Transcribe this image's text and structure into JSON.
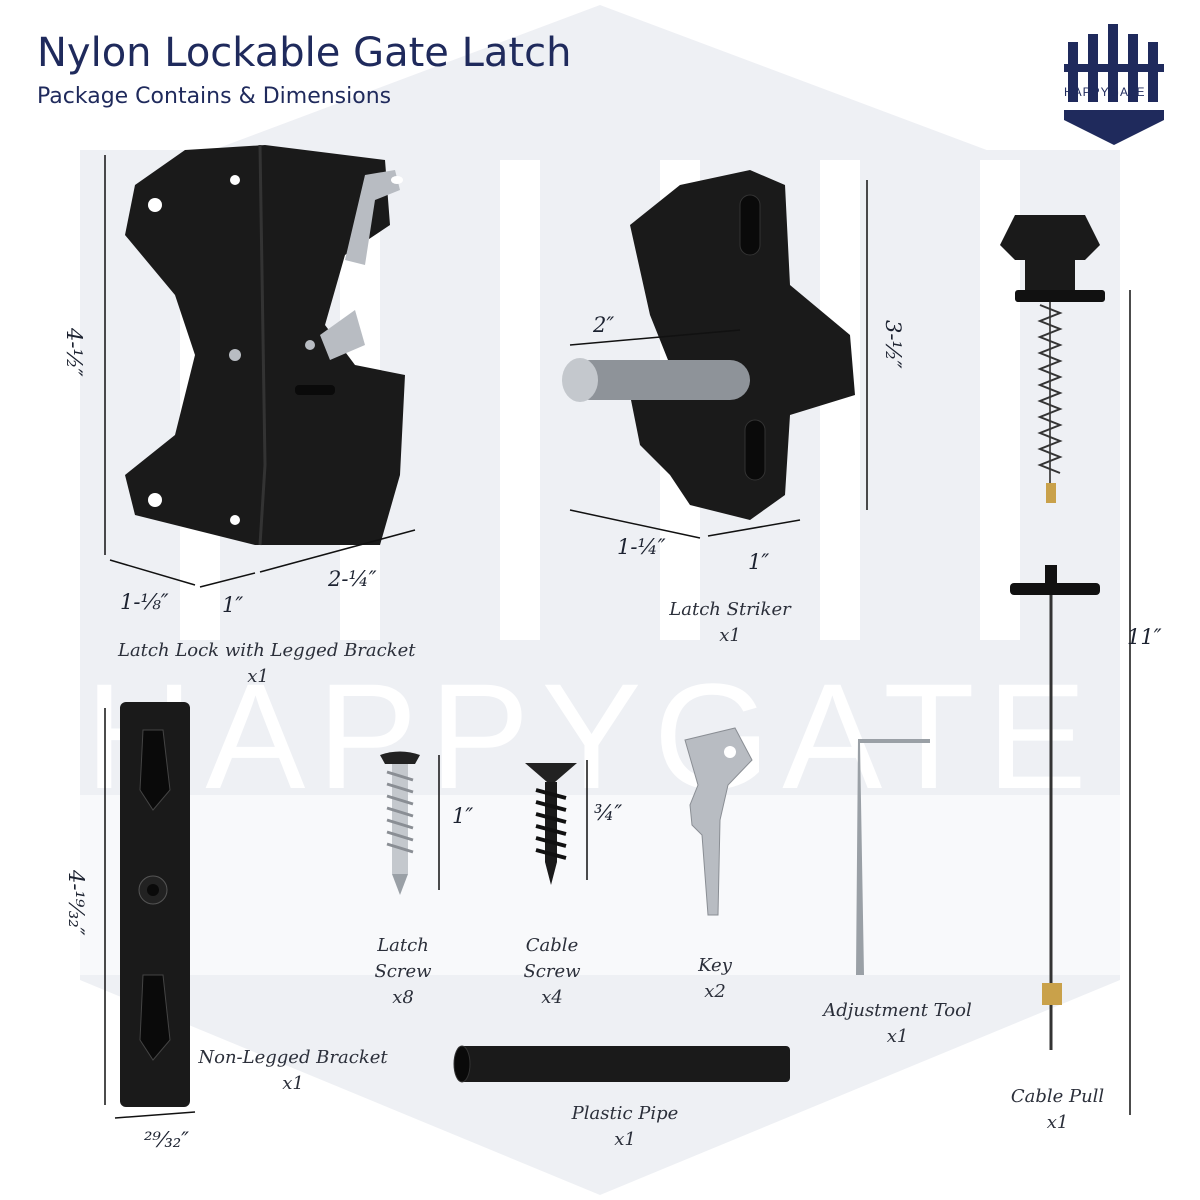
{
  "header": {
    "title": "Nylon Lockable Gate Latch",
    "subtitle": "Package Contains & Dimensions"
  },
  "logo": {
    "brand": "HAPPYGATE",
    "icon": "fence-shield-icon"
  },
  "watermark": {
    "text": "HAPPYGATE"
  },
  "items": [
    {
      "name": "Latch Lock with Legged Bracket",
      "qty": "x1"
    },
    {
      "name": "Latch Striker",
      "qty": "x1"
    },
    {
      "name_line1": "Latch",
      "name_line2": "Screw",
      "qty": "x8"
    },
    {
      "name_line1": "Cable",
      "name_line2": "Screw",
      "qty": "x4"
    },
    {
      "name": "Key",
      "qty": "x2"
    },
    {
      "name": "Adjustment Tool",
      "qty": "x1"
    },
    {
      "name": "Non-Legged Bracket",
      "qty": "x1"
    },
    {
      "name": "Plastic Pipe",
      "qty": "x1"
    },
    {
      "name": "Cable Pull",
      "qty": "x1"
    }
  ],
  "dimensions": {
    "latch_height": "4-½″",
    "latch_depth": "1-⅛″",
    "latch_width_a": "1″",
    "latch_width_b": "2-¼″",
    "striker_pin": "2″",
    "striker_height": "3-½″",
    "striker_base": "1-¼″",
    "striker_depth": "1″",
    "cable_length": "11″",
    "bracket_height": "4-¹⁹⁄₃₂″",
    "bracket_width": "²⁹⁄₃₂″",
    "latch_screw_len": "1″",
    "cable_screw_len": "¾″"
  },
  "colors": {
    "navy": "#1f2a5c",
    "black_part": "#1a1a1a",
    "metal": "#b8bcc2",
    "brass": "#c9a14a"
  }
}
